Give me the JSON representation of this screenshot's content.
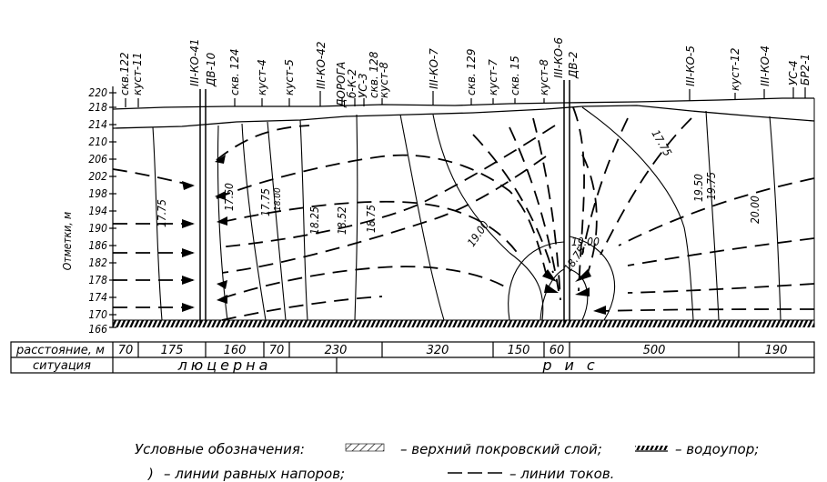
{
  "y_axis": {
    "title": "Отметки, м",
    "ticks": [
      "220",
      "218",
      "214",
      "210",
      "206",
      "202",
      "198",
      "194",
      "190",
      "186",
      "182",
      "178",
      "174",
      "170",
      "166"
    ]
  },
  "wells": {
    "w1": "скв.122",
    "w2": "куст-11",
    "w3": "III-КО-41",
    "w4": "ДВ-10",
    "w5": "скв. 124",
    "w6": "куст-4",
    "w7": "куст-5",
    "w8": "III-КО-42",
    "w9": "ДОРОГА",
    "w10": "б-К-2",
    "w11": "УС-3",
    "w12": "скв. 128",
    "w13": "куст-8",
    "w14": "III-КО-7",
    "w15": "скв. 129",
    "w16": "куст-7",
    "w17": "скв. 15",
    "w18": "куст-8",
    "w19": "III-КО-6",
    "w20": "ДВ-2",
    "w21": "III-КО-5",
    "w22": "куст-12",
    "w23": "III-КО-4",
    "w24": "УС-4",
    "w25": "БР2-1"
  },
  "contours": {
    "c1": "17.75",
    "c2": "17.50",
    "c3": "17.75",
    "c4": "18.00",
    "c5": "18.25",
    "c6": "18.52",
    "c7": "18.75",
    "c8": "19.00",
    "c9": "19.00",
    "c10": "18.75",
    "c11": "17.75",
    "c12": "19.50",
    "c13": "19.75",
    "c14": "20.00"
  },
  "table": {
    "row1_label": "расстояние, м",
    "distances": [
      "70",
      "175",
      "160",
      "70",
      "230",
      "320",
      "150",
      "60",
      "500",
      "190"
    ],
    "row2_label": "ситуация",
    "situation_left": "люцерна",
    "situation_right": "рис"
  },
  "legend": {
    "title": "Условные обозначения:",
    "item1": "– верхний покровский слой;",
    "item2": "– водоупор;",
    "item3": "– линии равных напоров;",
    "item4": "– линии токов."
  }
}
